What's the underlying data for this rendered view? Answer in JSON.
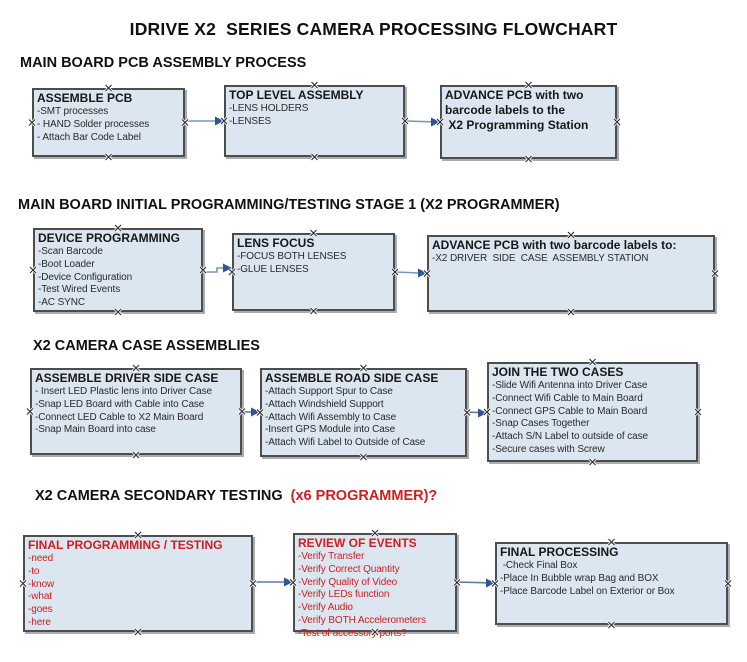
{
  "title": "IDRIVE X2  SERIES CAMERA PROCESSING FLOWCHART",
  "colors": {
    "box_fill": "#dce6f1",
    "box_border": "#4d4d4d",
    "connector_line": "#7b96ba",
    "connector_arrowhead": "#2f5690",
    "red_text": "#cc2020",
    "black_text": "#171717"
  },
  "sections": [
    {
      "heading": "MAIN BOARD PCB ASSEMBLY PROCESS",
      "boxes": [
        {
          "title": "ASSEMBLE PCB",
          "items": [
            "-SMT processes",
            "- HAND Solder processes",
            "- Attach Bar Code Label"
          ]
        },
        {
          "title": "TOP LEVEL ASSEMBLY",
          "items": [
            "-LENS HOLDERS",
            "-LENSES"
          ]
        },
        {
          "title": "ADVANCE PCB with two\nbarcode labels to the\n X2 Programming Station",
          "items": []
        }
      ]
    },
    {
      "heading": "MAIN BOARD INITIAL PROGRAMMING/TESTING STAGE 1 (X2 PROGRAMMER)",
      "boxes": [
        {
          "title": "DEVICE PROGRAMMING",
          "items": [
            "-Scan Barcode",
            "-Boot Loader",
            "-Device Configuration",
            "-Test Wired Events",
            "-AC SYNC"
          ]
        },
        {
          "title": "LENS FOCUS",
          "items": [
            "-FOCUS BOTH LENSES",
            "-GLUE LENSES"
          ]
        },
        {
          "title": "ADVANCE PCB with two barcode labels to:",
          "items": [
            "-X2 DRIVER  SIDE  CASE  ASSEMBLY STATION"
          ]
        }
      ]
    },
    {
      "heading": "X2 CAMERA CASE ASSEMBLIES",
      "boxes": [
        {
          "title": "ASSEMBLE DRIVER SIDE CASE",
          "items": [
            "- Insert LED Plastic lens into Driver Case",
            "-Snap LED Board with Cable into Case",
            "-Connect LED Cable to X2 Main Board",
            "-Snap Main Board into case"
          ]
        },
        {
          "title": "ASSEMBLE ROAD SIDE CASE",
          "items": [
            "-Attach Support Spur to Case",
            "-Attach Windshield Support",
            "-Attach Wifi Assembly to Case",
            "-Insert GPS Module into Case",
            "-Attach Wifi Label to Outside of Case"
          ]
        },
        {
          "title": "JOIN THE TWO CASES",
          "items": [
            "-Slide Wifi Antenna into Driver Case",
            "-Connect Wifi Cable to Main Board",
            "-Connect GPS Cable to Main Board",
            "-Snap Cases Together",
            "-Attach S/N Label to outside of case",
            "-Secure cases with Screw"
          ]
        }
      ]
    },
    {
      "heading": "X2 CAMERA SECONDARY TESTING",
      "heading_red": "  (x6 PROGRAMMER)?",
      "boxes": [
        {
          "title": "FINAL PROGRAMMING / TESTING",
          "items": [
            "-need",
            "-to",
            "-know",
            "-what",
            "-goes",
            "-here"
          ]
        },
        {
          "title": "REVIEW OF EVENTS",
          "items": [
            "-Verify Transfer",
            "-Verify Correct Quantity",
            "-Verify Quality of Video",
            "-Verify LEDs function",
            "-Verify Audio",
            "-Verify BOTH Accelerometers",
            "-Test of accessory ports?"
          ]
        },
        {
          "title": "FINAL PROCESSING",
          "items": [
            " -Check Final Box",
            "-Place In Bubble wrap Bag and BOX",
            "-Place Barcode Label on Exterior or Box"
          ]
        }
      ]
    }
  ]
}
